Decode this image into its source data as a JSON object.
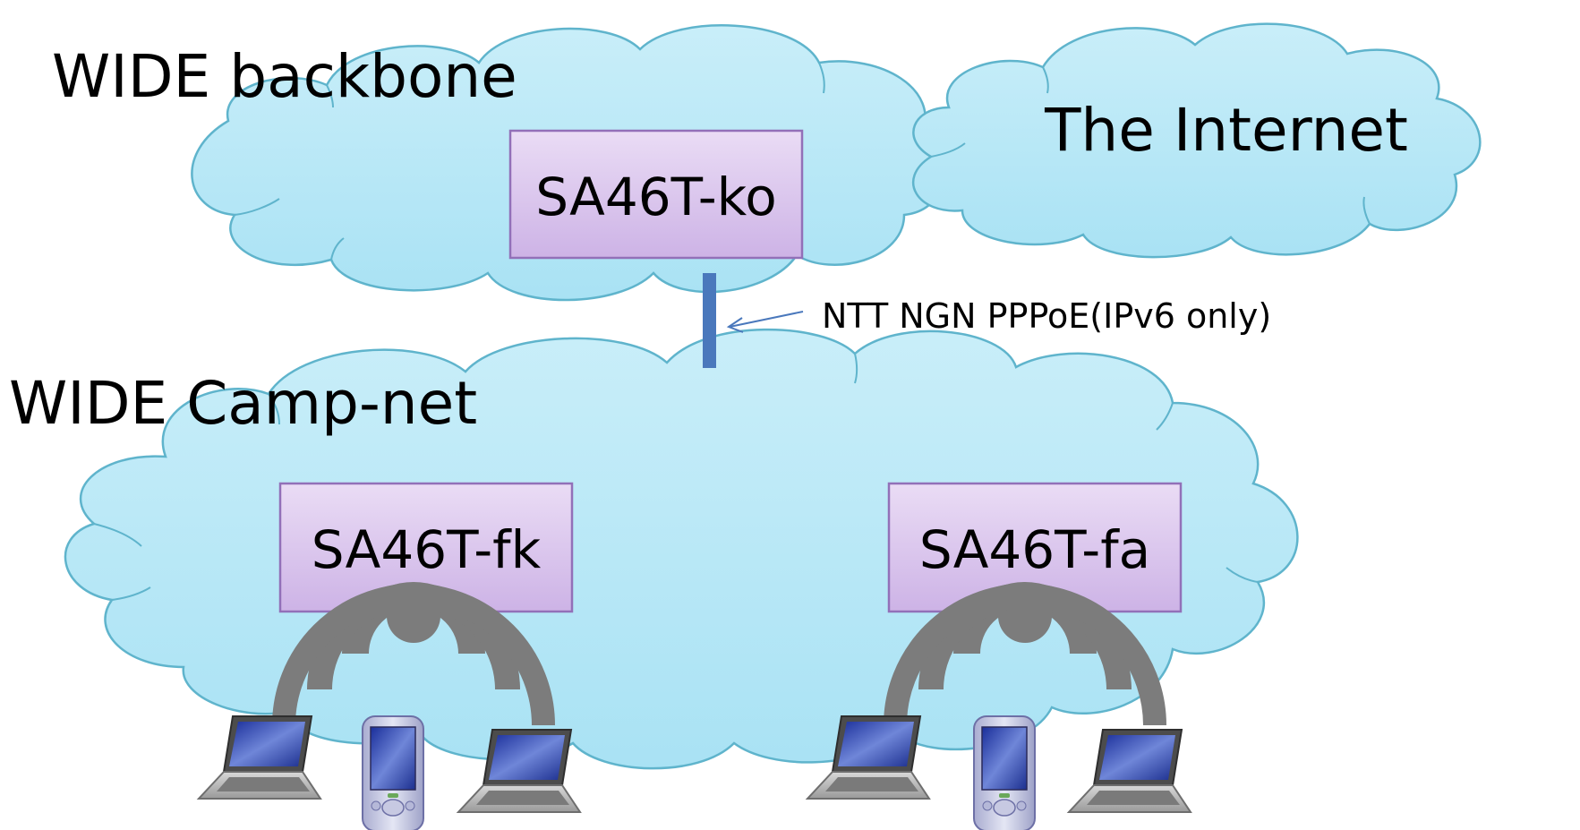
{
  "clouds": {
    "backbone": {
      "label": "WIDE backbone"
    },
    "internet": {
      "label": "The Internet"
    },
    "campnet": {
      "label": "WIDE Camp-net"
    }
  },
  "routers": {
    "ko": {
      "label": "SA46T-ko"
    },
    "fk": {
      "label": "SA46T-fk"
    },
    "fa": {
      "label": "SA46T-fa"
    }
  },
  "link": {
    "label": "NTT NGN PPPoE(IPv6 only)"
  },
  "colors": {
    "cloud_fill": "#b7e8f6",
    "cloud_stroke": "#5fb4cc",
    "router_fill": "#ddc9ee",
    "router_stroke": "#9270b8",
    "link_color": "#4a78bc",
    "wifi_color": "#7c7c7c"
  }
}
